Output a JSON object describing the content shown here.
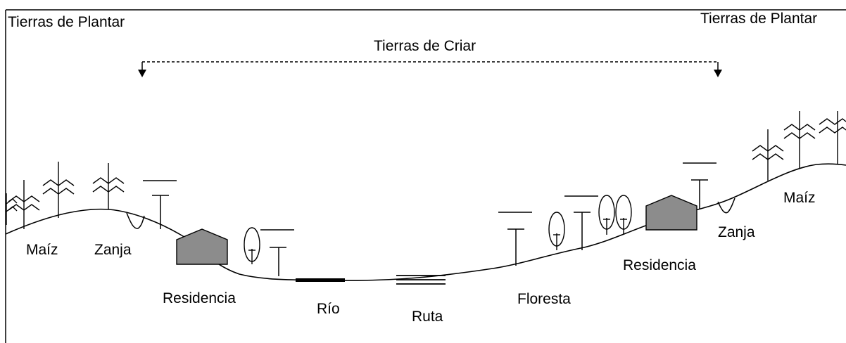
{
  "labels": {
    "tierras_plantar_left": "Tierras de Plantar",
    "tierras_plantar_right": "Tierras de Plantar",
    "tierras_criar": "Tierras de Criar",
    "maiz_left": "Maíz",
    "zanja_left": "Zanja",
    "residencia_left": "Residencia",
    "rio": "Río",
    "ruta": "Ruta",
    "floresta": "Floresta",
    "residencia_right": "Residencia",
    "zanja_right": "Zanja",
    "maiz_right": "Maíz"
  },
  "colors": {
    "house_fill": "#8c8c8c",
    "line": "#000000",
    "background": "#ffffff"
  },
  "icons": [
    "maize-plant-icon",
    "tree-icon",
    "house-icon",
    "river-icon",
    "road-icon",
    "ditch-icon",
    "pasture-post-icon"
  ]
}
